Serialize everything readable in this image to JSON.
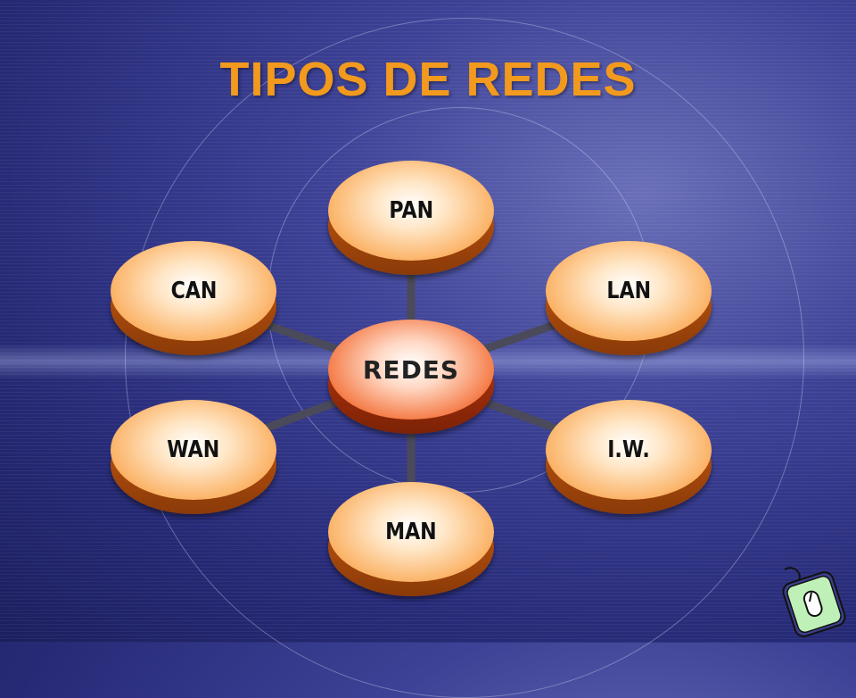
{
  "slide": {
    "title": "TIPOS DE REDES"
  },
  "diagram": {
    "center": "REDES",
    "nodes": [
      "PAN",
      "LAN",
      "I.W.",
      "MAN",
      "WAN",
      "CAN"
    ]
  },
  "colors": {
    "title": "#f29a1e",
    "node_orange": "#f08a2a",
    "center_red": "#e04a1c",
    "connector": "#4a4a5a"
  },
  "icons": [
    "mouse-icon"
  ]
}
